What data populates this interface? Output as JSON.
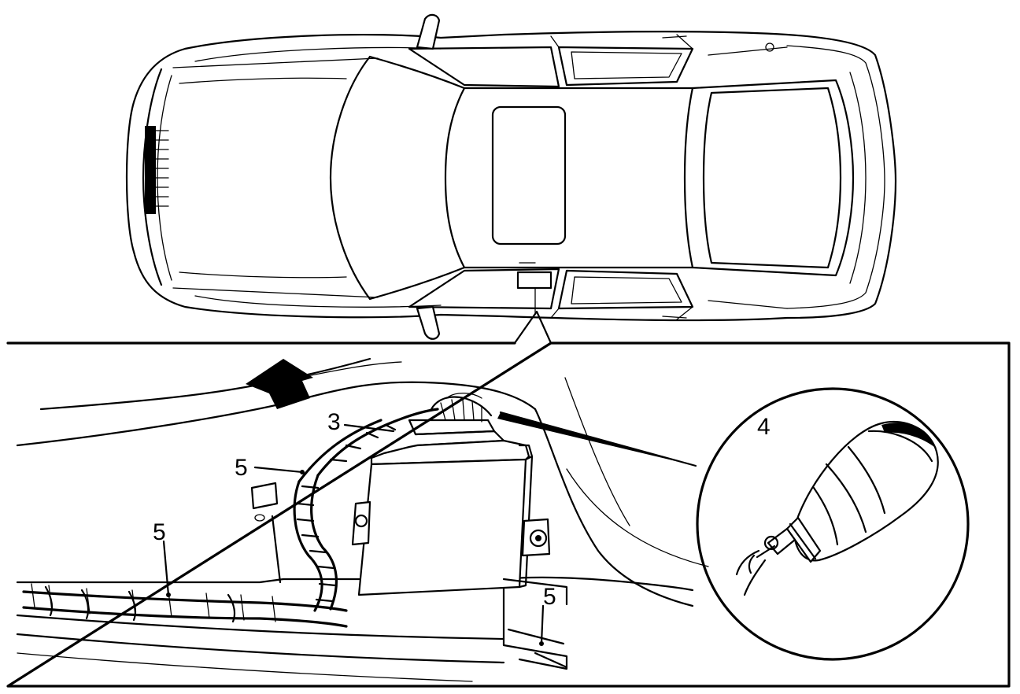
{
  "callouts": {
    "label_3": "3",
    "label_4": "4",
    "label_5_upper": "5",
    "label_5_left": "5",
    "label_5_right": "5"
  },
  "icons": {
    "direction_arrow": "arrow-up-icon",
    "tool": "screwdriver-icon"
  },
  "colors": {
    "line": "#000000",
    "background": "#ffffff"
  }
}
